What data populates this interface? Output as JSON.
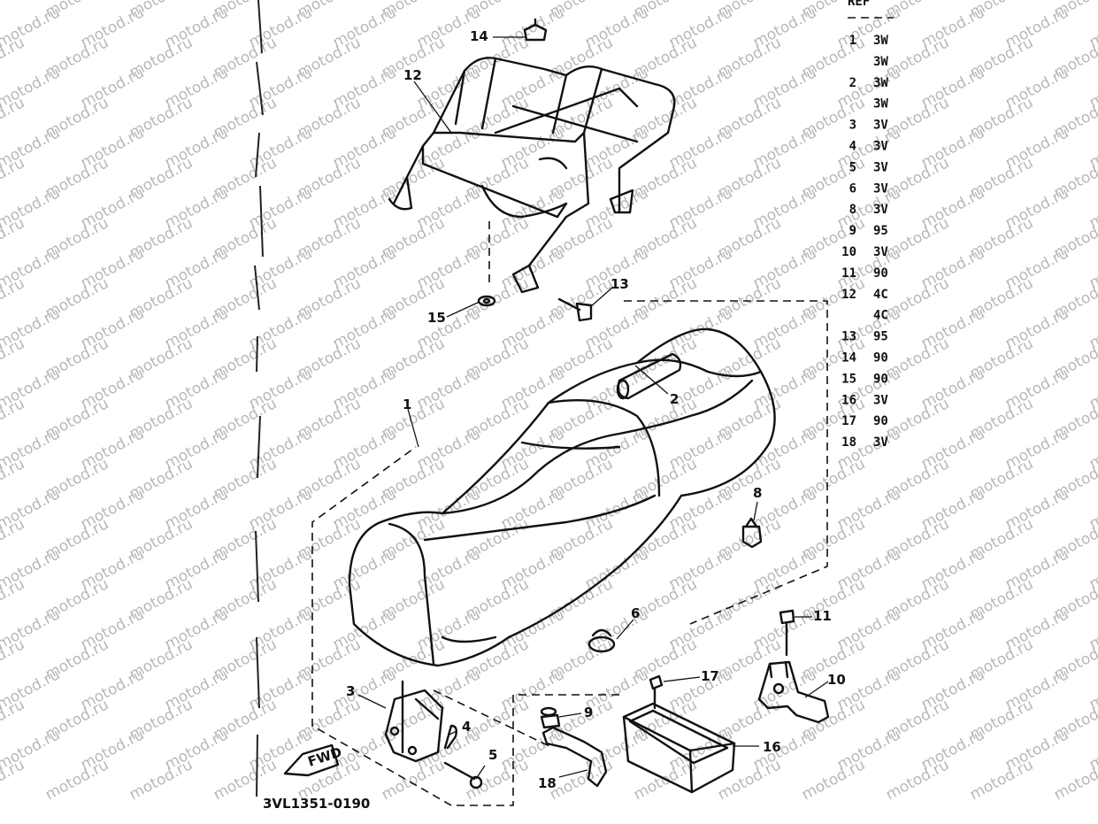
{
  "diagram": {
    "watermark": "motod.ru",
    "figure_code": "3VL1351-0190",
    "fwd_label": "FWD",
    "callouts": [
      "1",
      "2",
      "3",
      "4",
      "5",
      "6",
      "8",
      "9",
      "10",
      "11",
      "12",
      "13",
      "14",
      "15",
      "16",
      "17",
      "18"
    ]
  },
  "ref_table": {
    "header": "REF",
    "rows": [
      {
        "no": "1",
        "code": "3W"
      },
      {
        "no": "",
        "code": "3W"
      },
      {
        "no": "2",
        "code": "3W"
      },
      {
        "no": "",
        "code": "3W"
      },
      {
        "no": "3",
        "code": "3V"
      },
      {
        "no": "4",
        "code": "3V"
      },
      {
        "no": "5",
        "code": "3V"
      },
      {
        "no": "6",
        "code": "3V"
      },
      {
        "no": "8",
        "code": "3V"
      },
      {
        "no": "9",
        "code": "95"
      },
      {
        "no": "10",
        "code": "3V"
      },
      {
        "no": "11",
        "code": "90"
      },
      {
        "no": "12",
        "code": "4C"
      },
      {
        "no": "",
        "code": "4C"
      },
      {
        "no": "13",
        "code": "95"
      },
      {
        "no": "14",
        "code": "90"
      },
      {
        "no": "15",
        "code": "90"
      },
      {
        "no": "16",
        "code": "3V"
      },
      {
        "no": "17",
        "code": "90"
      },
      {
        "no": "18",
        "code": "3V"
      }
    ]
  },
  "colors": {
    "ink": "#111111",
    "watermark": "#b8b8b8",
    "paper": "#ffffff"
  }
}
